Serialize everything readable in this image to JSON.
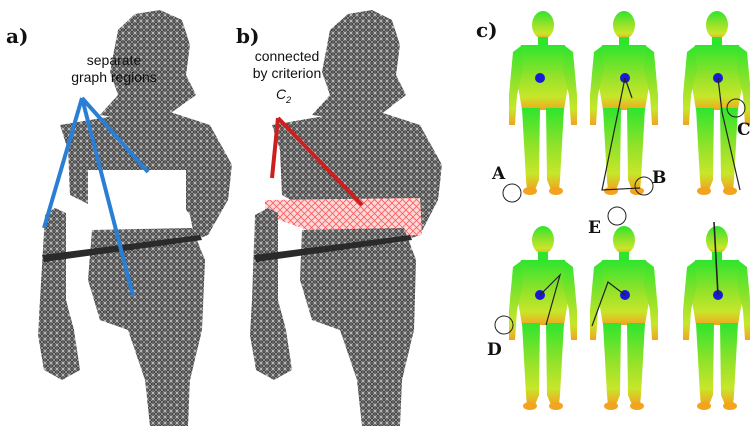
{
  "panels": {
    "a": {
      "label": "a)",
      "annotation_line1": "separate",
      "annotation_line2": "graph regions",
      "pointer_color": "#2a7fd4"
    },
    "b": {
      "label": "b)",
      "annotation_line1": "connected",
      "annotation_line2": "by criterion",
      "criterion_symbol": "C",
      "criterion_subscript": "2",
      "pointer_color": "#cc1f1f"
    },
    "c": {
      "label": "c)",
      "markers": [
        "A",
        "B",
        "C",
        "D",
        "E"
      ],
      "gradient_colors": [
        "#2ee52e",
        "#c8e62a",
        "#f28c1e"
      ],
      "center_point_color": "#1a1ad6"
    }
  },
  "colors": {
    "mesh_fill": "#3a3a3a",
    "mesh_line": "#bdbdbd",
    "connection_lines": "#ff5a5a"
  }
}
